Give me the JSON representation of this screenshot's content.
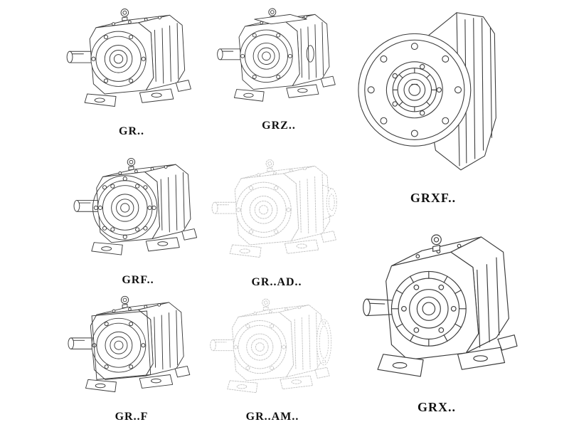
{
  "colors": {
    "background": "#ffffff",
    "line_ink": "#3c3c3c",
    "line_ghost": "#c4c4c4",
    "label_text": "#111111"
  },
  "catalog": {
    "items": [
      {
        "id": "gr",
        "label": "GR..",
        "style": "solid",
        "drawing": "foot-mounted-helical-gearbox-drawing"
      },
      {
        "id": "grz",
        "label": "GRZ..",
        "style": "solid",
        "drawing": "foot-mounted-helical-gearbox-drawing"
      },
      {
        "id": "grxf",
        "label": "GRXF..",
        "style": "solid",
        "drawing": "flange-mounted-gearbox-front-drawing"
      },
      {
        "id": "grf",
        "label": "GRF..",
        "style": "solid",
        "drawing": "flange-gearbox-drawing"
      },
      {
        "id": "gr_ad",
        "label": "GR..AD..",
        "style": "ghost",
        "drawing": "gearbox-with-input-adapter-drawing"
      },
      {
        "id": "gr_f",
        "label": "GR..F",
        "style": "solid",
        "drawing": "foot-mounted-helical-gearbox-drawing"
      },
      {
        "id": "gr_am",
        "label": "GR..AM..",
        "style": "ghost",
        "drawing": "gearbox-with-motor-flange-drawing"
      },
      {
        "id": "grx",
        "label": "GRX..",
        "style": "solid",
        "drawing": "single-stage-helical-gearbox-drawing"
      }
    ]
  }
}
